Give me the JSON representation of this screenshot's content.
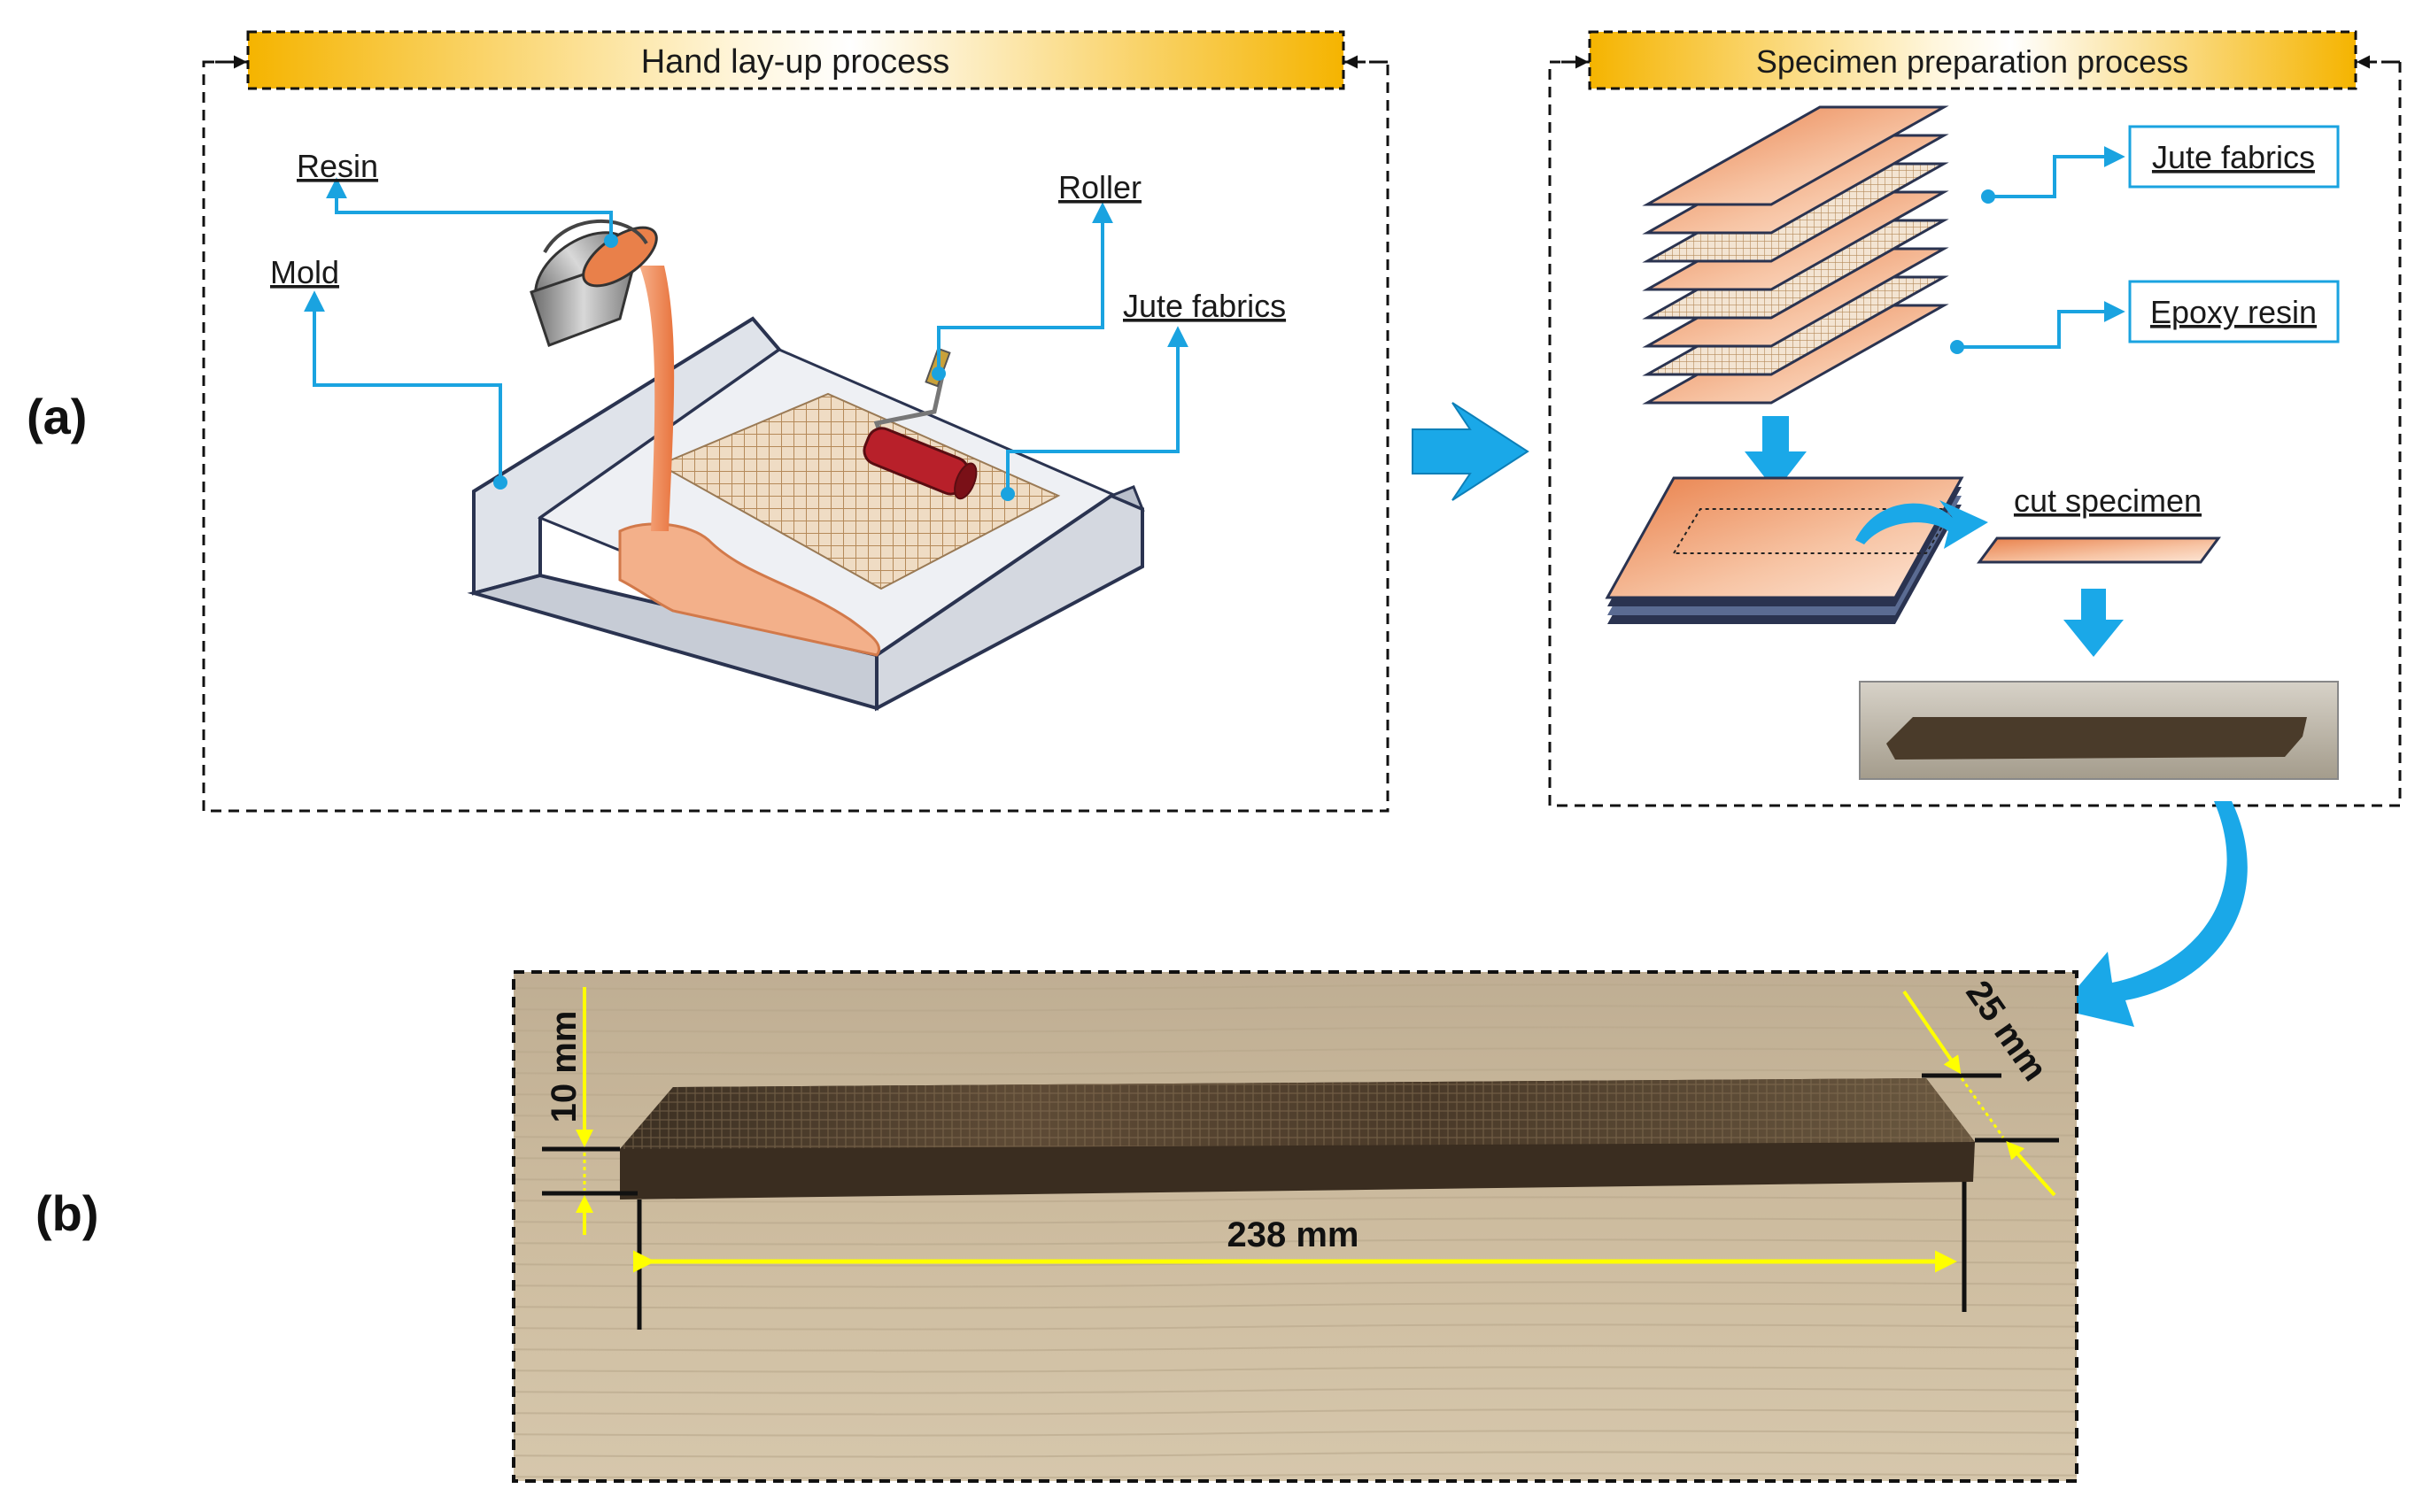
{
  "panel_a": {
    "letter": "(a)",
    "hand_layup": {
      "title": "Hand lay-up process",
      "labels": {
        "resin": "Resin",
        "mold": "Mold",
        "roller": "Roller",
        "jute_fabrics": "Jute fabrics"
      }
    },
    "specimen_prep": {
      "title": "Specimen preparation process",
      "labels": {
        "jute_fabrics": "Jute fabrics",
        "epoxy_resin": "Epoxy resin",
        "cut_specimen": "cut specimen"
      }
    }
  },
  "panel_b": {
    "letter": "(b)",
    "dimensions": {
      "length": "238 mm",
      "width": "25 mm",
      "thickness": "10 mm"
    }
  },
  "colors": {
    "leader_line": "#1aa3e0",
    "flow_arrow": "#1aa8e8",
    "header_bar_edge": "#f5b800",
    "resin_orange": "#f0925c",
    "dimension_yellow": "#ffff00",
    "wood": "#c9b79c",
    "specimen": "#4a3b2a"
  },
  "icons": {
    "flow": "arrow-right-icon",
    "step": "arrow-down-icon",
    "link": "curved-arrow-icon"
  }
}
